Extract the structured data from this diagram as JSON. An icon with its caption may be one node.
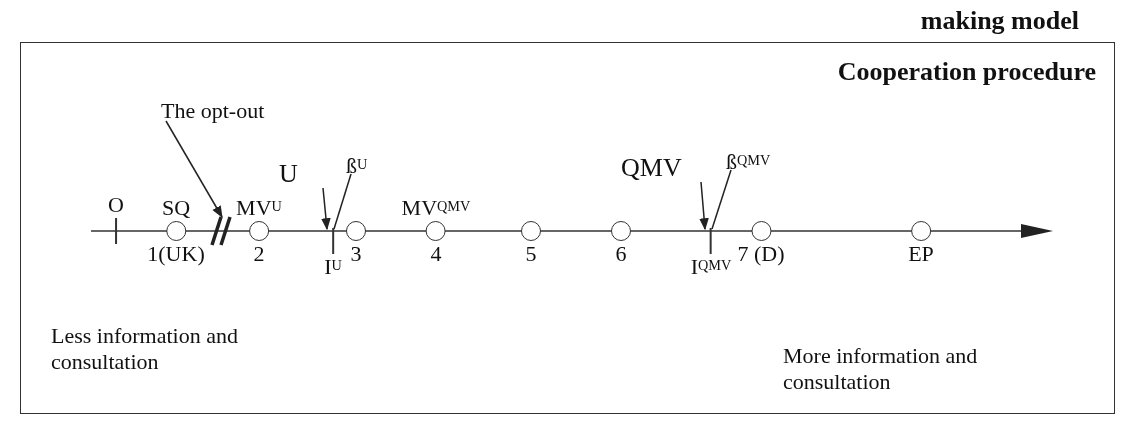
{
  "diagram": {
    "title": "making model",
    "nodes": [
      {
        "text": [
          "Cooperation procedure"
        ]
      },
      {
        "text": [
          "The opt-out"
        ],
        "in": 0
      },
      {
        "text": [
          "U"
        ],
        "in": 0
      },
      {
        "text": [
          "ß$^{U}$"
        ],
        "in": 0
      },
      {
        "text": [
          "QMV"
        ],
        "in": 0
      },
      {
        "text": [
          "ß$^{QMV}$"
        ],
        "in": 0
      },
      {
        "text": [],
        "shape": "bar",
        "beside": [
          "O"
        ],
        "in": 0
      },
      {
        "text": [],
        "shape": "circle",
        "beside": [
          "SQ",
          "1(UK)"
        ],
        "in": 0
      },
      {
        "text": [],
        "shape": "bar",
        "in": 0
      },
      {
        "text": [],
        "shape": "circle",
        "beside": [
          "MV$^{U}$",
          "2"
        ],
        "in": 0
      },
      {
        "text": [],
        "shape": "bar",
        "beside": [
          "I$^{U}$"
        ],
        "in": 0
      },
      {
        "text": [],
        "shape": "circle",
        "beside": [
          "3"
        ],
        "in": 0
      },
      {
        "text": [],
        "shape": "circle",
        "beside": [
          "MV$^{QMV}$",
          "4"
        ],
        "in": 0
      },
      {
        "text": [],
        "shape": "circle",
        "beside": [
          "5"
        ],
        "in": 0
      },
      {
        "text": [],
        "shape": "circle",
        "beside": [
          "6"
        ],
        "in": 0
      },
      {
        "text": [],
        "shape": "bar",
        "beside": [
          "I$^{QMV}$"
        ],
        "in": 0
      },
      {
        "text": [],
        "shape": "circle",
        "beside": [
          "7 (D)"
        ],
        "in": 0
      },
      {
        "text": [],
        "shape": "circle",
        "beside": [
          "EP"
        ],
        "in": 0
      }
    ],
    "edges": [
      {
        "from": 1,
        "to": 8,
        "arrow": "to"
      },
      {
        "from": 2,
        "to": 10,
        "arrow": "to"
      },
      {
        "from": 3,
        "to": 10,
        "arrow": "none"
      },
      {
        "from": 4,
        "to": 15,
        "arrow": "to"
      },
      {
        "from": 5,
        "to": 15,
        "arrow": "none"
      }
    ],
    "labels": [
      "Less information and consultation",
      "More information and consultation"
    ]
  }
}
